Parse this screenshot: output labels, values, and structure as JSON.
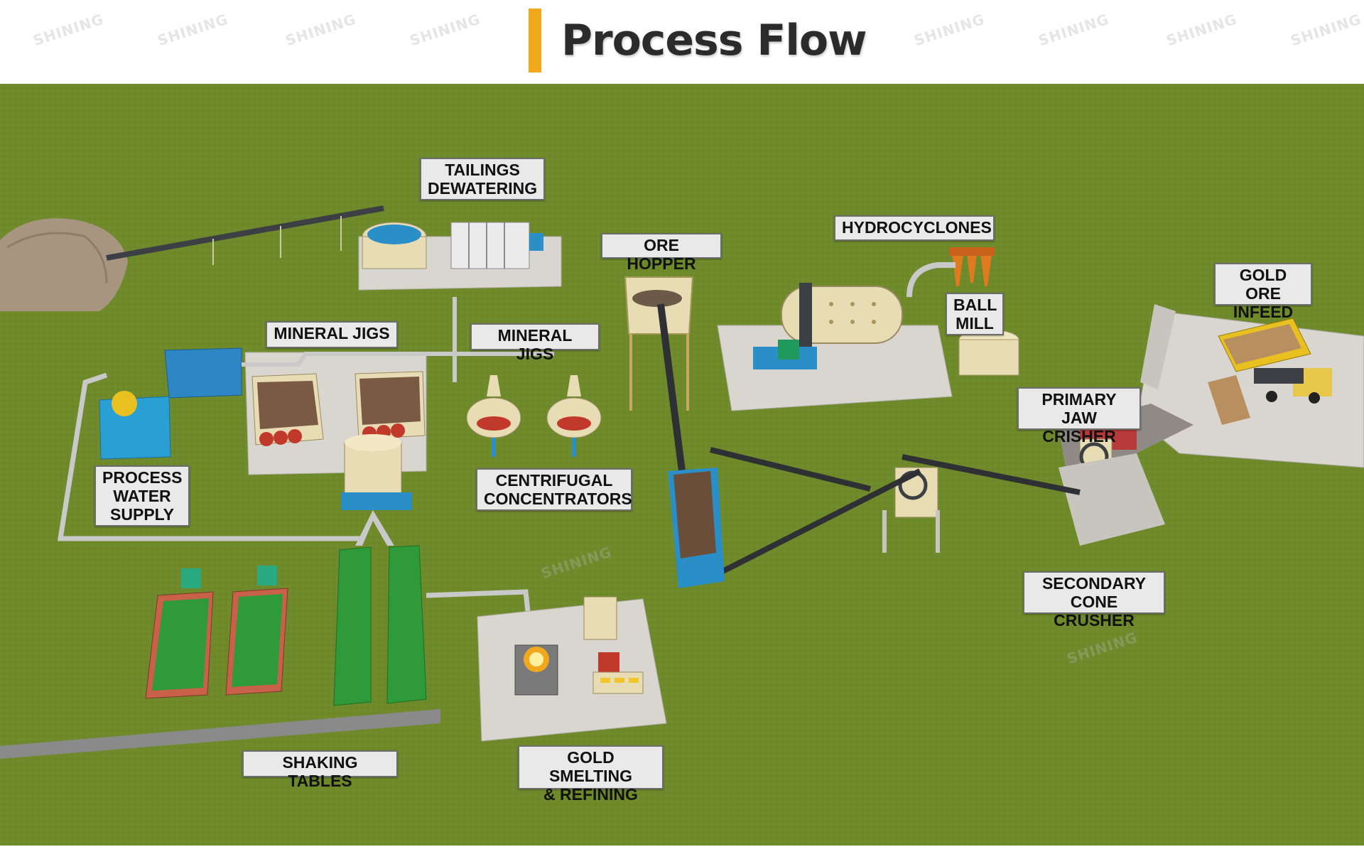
{
  "header": {
    "title": "Process Flow",
    "accent_color": "#f2a81d"
  },
  "watermark": "SHINING",
  "colors": {
    "grass": "#6e8a2a",
    "concrete": "#d9d6d0",
    "equipment_blue": "#2a8fc7",
    "equipment_cream": "#e8dcb4",
    "conveyor": "#3c3f44",
    "shaking_table_green": "#2f9a3a"
  },
  "labels": {
    "tailings_dewatering": "TAILINGS\nDEWATERING",
    "ore_hopper": "ORE HOPPER",
    "hydrocyclones": "HYDROCYCLONES",
    "gold_ore_infeed": "GOLD ORE\nINFEED",
    "ball_mill": "BALL\nMILL",
    "mineral_jigs_left": "MINERAL JIGS",
    "mineral_jigs_right": "MINERAL JIGS",
    "primary_jaw_crusher": "PRIMARY\nJAW CRISHER",
    "process_water_supply": "PROCESS\nWATER\nSUPPLY",
    "centrifugal_concentrators": "CENTRIFUGAL\nCONCENTRATORS",
    "secondary_cone_crusher": "SECONDARY\nCONE CRUSHER",
    "shaking_tables": "SHAKING TABLES",
    "gold_smelting_refining": "GOLD SMELTING\n& REFINING"
  }
}
